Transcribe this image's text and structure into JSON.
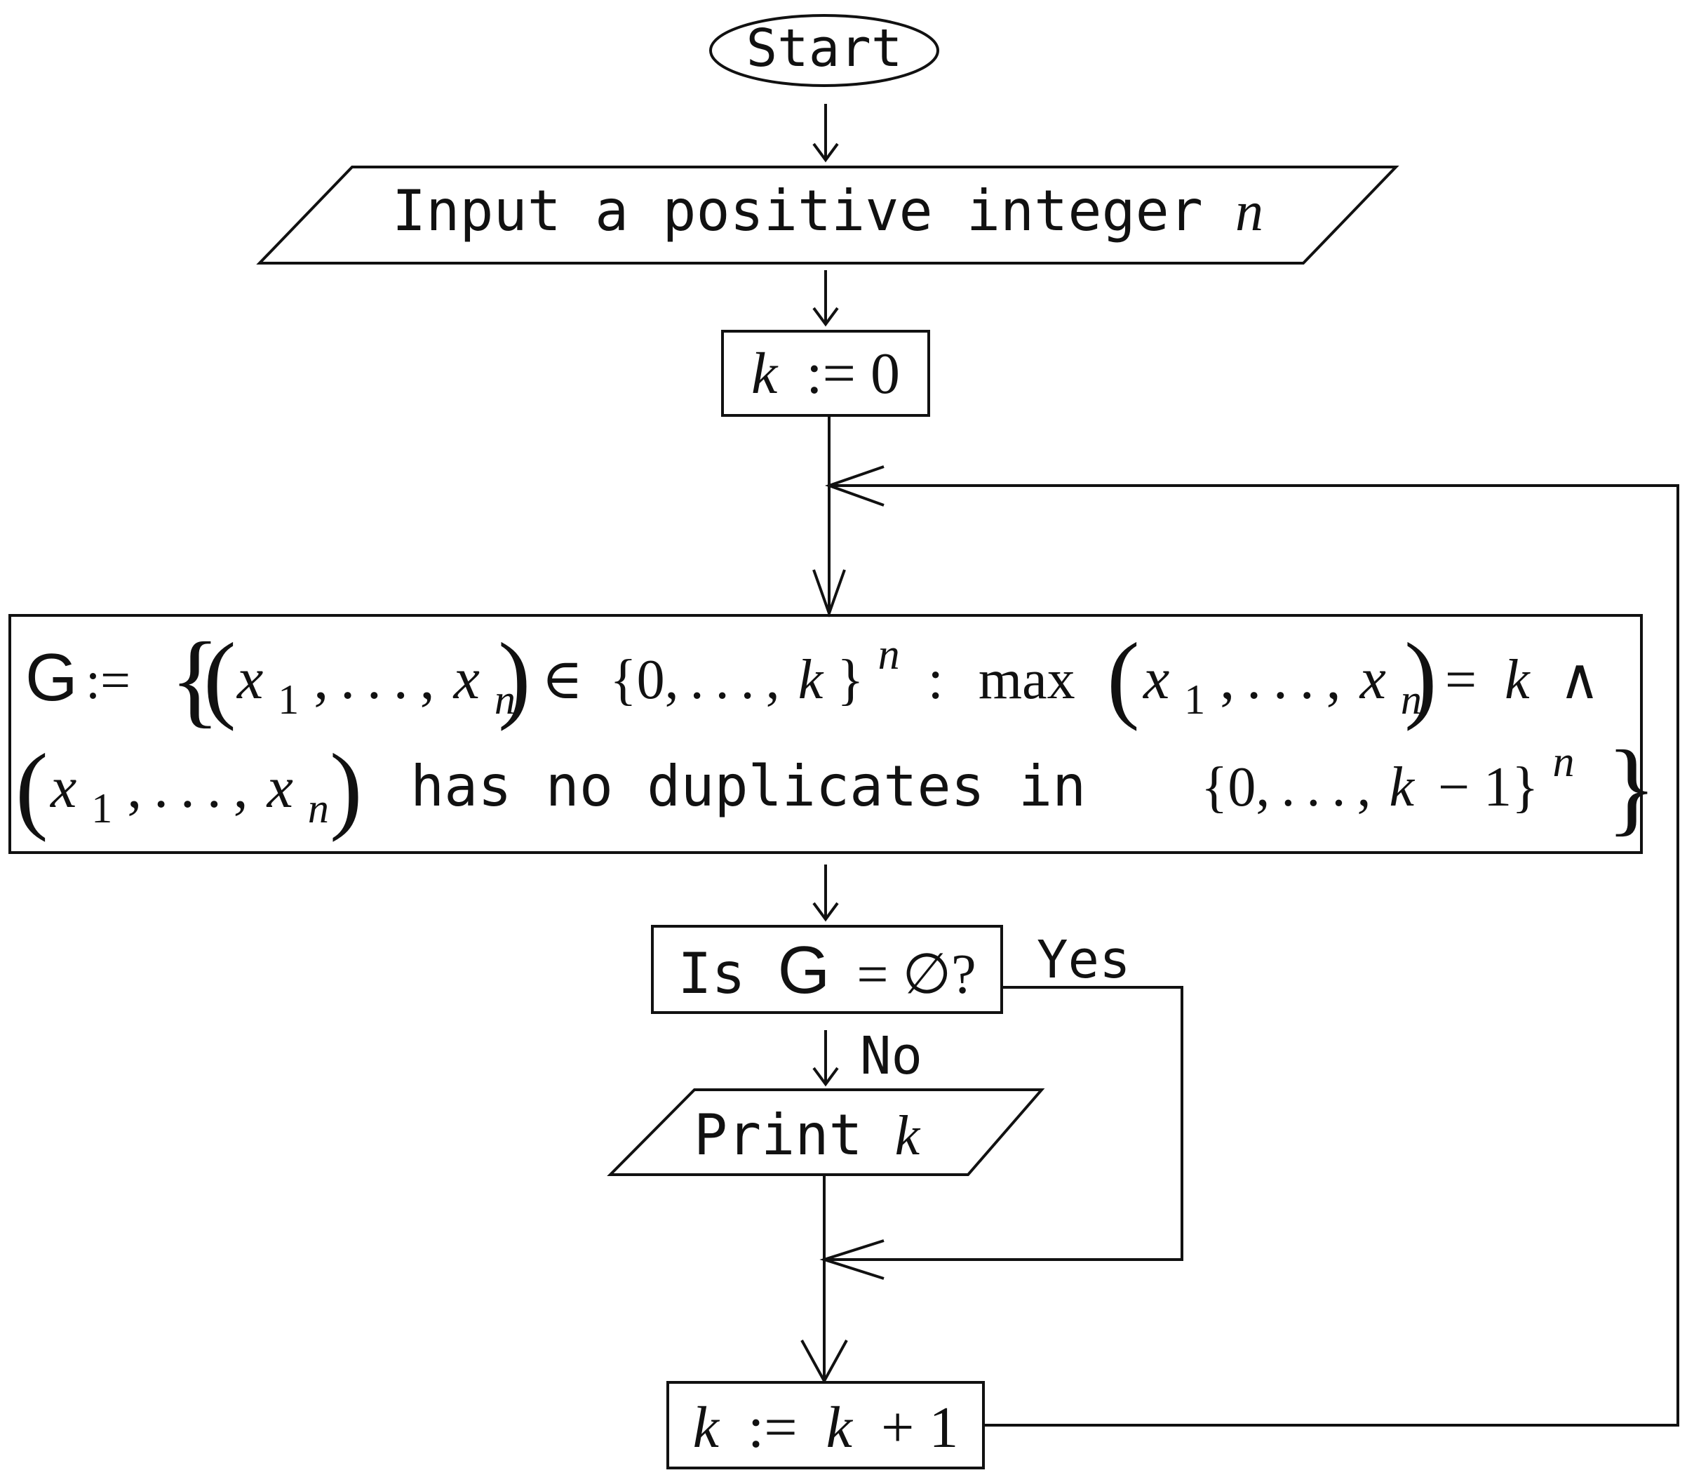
{
  "colors": {
    "stroke": "#111111",
    "background": "#ffffff"
  },
  "nodes": {
    "start": {
      "label": "Start"
    },
    "input": {
      "label": "Input a positive integer",
      "var": "n"
    },
    "init": {
      "var": "k",
      "rest": ":= 0"
    },
    "define_g": {
      "set_name": "G",
      "assign": ":=",
      "x": "x",
      "sub1": "1",
      "subn": "n",
      "ellipsis_comma": ", . . . ,",
      "element_of": "∈",
      "range_open": "{0, . . . ,",
      "k": "k",
      "range_close": "}",
      "sup_n": "n",
      "colon": ":",
      "max_fn": "max",
      "equals": "=",
      "and_sym": "∧",
      "condition_text": "has no duplicates in",
      "range2_open": "{0, . . . ,",
      "minus_one": "− 1}"
    },
    "decision": {
      "prefix": "Is",
      "set_name": "G",
      "suffix": "= ∅?"
    },
    "print": {
      "label": "Print",
      "var": "k"
    },
    "increment": {
      "var": "k",
      "rest": ":=",
      "var2": "k",
      "rest2": "+ 1"
    }
  },
  "edges": {
    "yes_label": "Yes",
    "no_label": "No"
  }
}
